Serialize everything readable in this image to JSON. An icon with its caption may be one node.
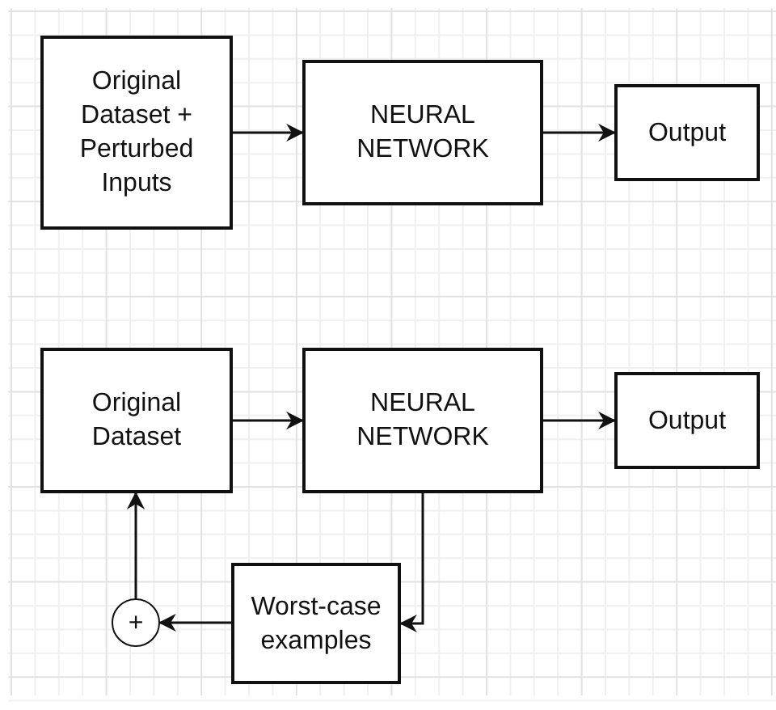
{
  "diagram": {
    "nodes": [
      {
        "text": [
          "Original Dataset + Perturbed Inputs"
        ]
      },
      {
        "text": [
          "NEURAL NETWORK"
        ]
      },
      {
        "text": [
          "Output"
        ]
      },
      {
        "text": [
          "Original Dataset"
        ]
      },
      {
        "text": [
          "NEURAL NETWORK"
        ]
      },
      {
        "text": [
          "Output"
        ]
      },
      {
        "text": [
          "Worst-case examples"
        ]
      },
      {
        "text": [
          "+"
        ]
      }
    ],
    "edges": [
      {
        "from": 0,
        "to": 1,
        "arrow": "to"
      },
      {
        "from": 1,
        "to": 2,
        "arrow": "to"
      },
      {
        "from": 3,
        "to": 4,
        "arrow": "to"
      },
      {
        "from": 4,
        "to": 5,
        "arrow": "to"
      },
      {
        "from": 4,
        "to": 6,
        "arrow": "to"
      },
      {
        "from": 6,
        "to": 7,
        "arrow": "to"
      },
      {
        "from": 7,
        "to": 3,
        "arrow": "to"
      }
    ]
  }
}
